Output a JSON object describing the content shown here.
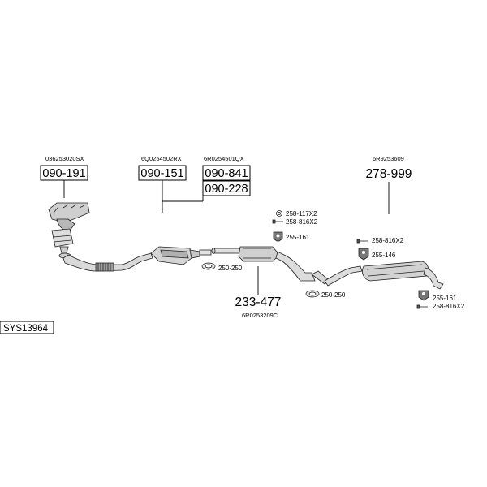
{
  "oem_numbers": {
    "manifold": "036253020SX",
    "front_pipe": "6Q0254502RX",
    "catalyst": "6R0254501QX",
    "rear_silencer": "6R9253609",
    "middle_silencer": "6R0253209C"
  },
  "part_numbers": {
    "manifold": "090-191",
    "front_pipe": "090-151",
    "catalyst_a": "090-841",
    "catalyst_b": "090-228",
    "rear_silencer": "278-999",
    "middle_silencer": "233-477"
  },
  "hardware": {
    "h1": "258-117X2",
    "h2": "258-816X2",
    "h3": "255-161",
    "h4": "250-250",
    "h5": "250-250",
    "h6": "258-816X2",
    "h7": "255-146",
    "h8": "255-161",
    "h9": "258-816X2"
  },
  "system_code": "SYS13964"
}
